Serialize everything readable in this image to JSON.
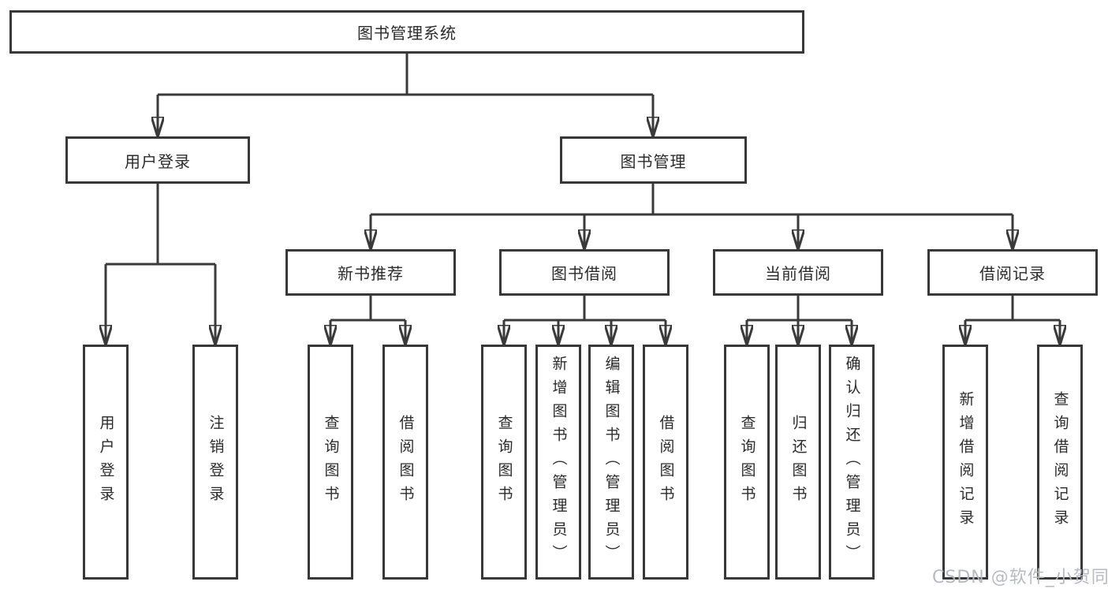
{
  "tree": {
    "root": "图书管理系统",
    "user_login": {
      "label": "用户登录",
      "children": [
        "用户登录",
        "注销登录"
      ]
    },
    "book_mgmt": {
      "label": "图书管理",
      "new_book_rec": {
        "label": "新书推荐",
        "children": [
          "查询图书",
          "借阅图书"
        ]
      },
      "book_borrow": {
        "label": "图书借阅",
        "children": [
          "查询图书",
          "新增图书（管理员）",
          "编辑图书（管理员）",
          "借阅图书"
        ]
      },
      "current_borrow": {
        "label": "当前借阅",
        "children": [
          "查询图书",
          "归还图书",
          "确认归还（管理员）"
        ]
      },
      "borrow_records": {
        "label": "借阅记录",
        "children": [
          "新增借阅记录",
          "查询借阅记录"
        ]
      }
    }
  },
  "watermark": "CSDN @软件_小贺同学",
  "colors": {
    "line": "#3a3a3a",
    "box_border": "#383838",
    "text": "#2b2b2b",
    "watermark": "#b2b7c0",
    "background": "#ffffff"
  }
}
